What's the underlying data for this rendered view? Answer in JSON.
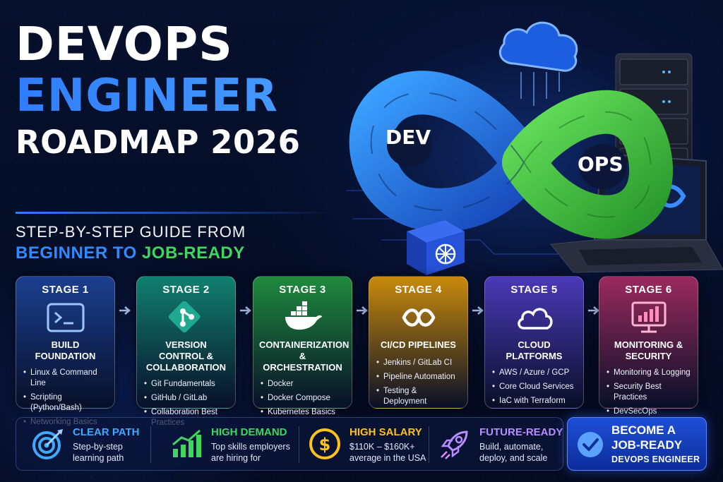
{
  "header": {
    "line1": "DEVOPS",
    "line2": "ENGINEER",
    "line3": "ROADMAP 2026",
    "subtitle": "STEP-BY-STEP GUIDE FROM",
    "tagline_blue": "BEGINNER TO",
    "tagline_green": "JOB-READY"
  },
  "hero": {
    "dev_label": "DEV",
    "ops_label": "OPS",
    "colors": {
      "dev": "#1f6fe0",
      "ops": "#3fbd3a"
    }
  },
  "stages": [
    {
      "label": "STAGE 1",
      "title": "BUILD FOUNDATION",
      "icon": "terminal-icon",
      "color": "#1b3f8f",
      "items": [
        "Linux & Command Line",
        "Scripting (Python/Bash)",
        "Networking Basics"
      ]
    },
    {
      "label": "STAGE 2",
      "title": "VERSION CONTROL & COLLABORATION",
      "icon": "git-icon",
      "color": "#11806f",
      "items": [
        "Git Fundamentals",
        "GitHub / GitLab",
        "Collaboration Best Practices"
      ]
    },
    {
      "label": "STAGE 3",
      "title": "CONTAINERIZATION & ORCHESTRATION",
      "icon": "docker-whale-icon",
      "color": "#1f8a3e",
      "items": [
        "Docker",
        "Docker Compose",
        "Kubernetes Basics"
      ]
    },
    {
      "label": "STAGE 4",
      "title": "CI/CD PIPELINES",
      "icon": "infinity-loop-icon",
      "color": "#c98a0c",
      "items": [
        "Jenkins / GitLab CI",
        "Pipeline Automation",
        "Testing & Deployment"
      ]
    },
    {
      "label": "STAGE 5",
      "title": "CLOUD PLATFORMS",
      "icon": "cloud-icon",
      "color": "#4b39b8",
      "items": [
        "AWS / Azure / GCP",
        "Core Cloud Services",
        "IaC with Terraform"
      ]
    },
    {
      "label": "STAGE 6",
      "title": "MONITORING & SECURITY",
      "icon": "monitor-chart-icon",
      "color": "#9a2a5e",
      "items": [
        "Monitoring & Logging",
        "Security Best Practices",
        "DevSecOps"
      ]
    }
  ],
  "benefits": [
    {
      "title": "CLEAR PATH",
      "desc1": "Step-by-step",
      "desc2": "learning path",
      "icon": "target-icon",
      "color": "#3fa9ff"
    },
    {
      "title": "HIGH DEMAND",
      "desc1": "Top skills employers",
      "desc2": "are hiring for",
      "icon": "growth-chart-icon",
      "color": "#3ed65e"
    },
    {
      "title": "HIGH SALARY",
      "desc1": "$110K – $160K+",
      "desc2": "average in the USA",
      "icon": "dollar-coin-icon",
      "color": "#ffc21a"
    },
    {
      "title": "FUTURE-READY",
      "desc1": "Build, automate,",
      "desc2": "deploy, and scale",
      "icon": "rocket-icon",
      "color": "#b98cff"
    }
  ],
  "cta": {
    "line1": "BECOME A",
    "line2": "JOB-READY",
    "line3": "DEVOPS ENGINEER",
    "icon": "check-circle-icon"
  }
}
